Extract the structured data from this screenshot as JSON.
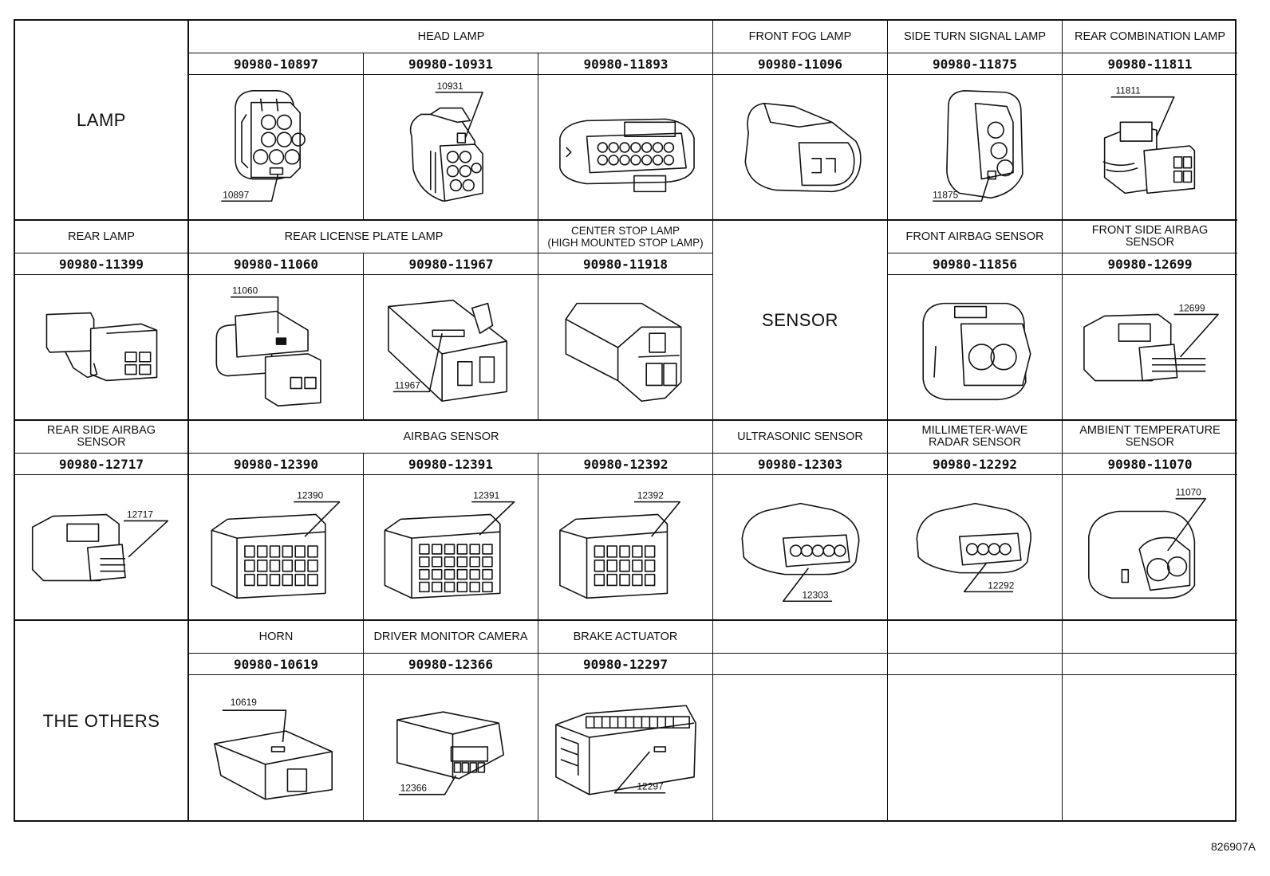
{
  "categories": {
    "lamp": "LAMP",
    "sensor": "SENSOR",
    "others": "THE OTHERS"
  },
  "row1": {
    "head_lamp": "HEAD LAMP",
    "c1": {
      "part": "90980-10897",
      "callout": "10897"
    },
    "c2": {
      "part": "90980-10931",
      "callout": "10931"
    },
    "c3": {
      "part": "90980-11893"
    },
    "c4": {
      "name": "FRONT FOG LAMP",
      "part": "90980-11096"
    },
    "c5": {
      "name": "SIDE TURN SIGNAL LAMP",
      "part": "90980-11875",
      "callout": "11875"
    },
    "c6": {
      "name": "REAR COMBINATION LAMP",
      "part": "90980-11811",
      "callout": "11811"
    }
  },
  "row2": {
    "c0": {
      "name": "REAR LAMP",
      "part": "90980-11399"
    },
    "license": "REAR LICENSE PLATE LAMP",
    "c1": {
      "part": "90980-11060",
      "callout": "11060"
    },
    "c2": {
      "part": "90980-11967",
      "callout": "11967"
    },
    "c3": {
      "name": "CENTER STOP LAMP\n(HIGH MOUNTED STOP LAMP)",
      "part": "90980-11918"
    },
    "c5": {
      "name": "FRONT AIRBAG SENSOR",
      "part": "90980-11856"
    },
    "c6": {
      "name": "FRONT SIDE AIRBAG\nSENSOR",
      "part": "90980-12699",
      "callout": "12699"
    }
  },
  "row3": {
    "c0": {
      "name": "REAR SIDE AIRBAG\nSENSOR",
      "part": "90980-12717",
      "callout": "12717"
    },
    "airbag": "AIRBAG SENSOR",
    "c1": {
      "part": "90980-12390",
      "callout": "12390"
    },
    "c2": {
      "part": "90980-12391",
      "callout": "12391"
    },
    "c3": {
      "part": "90980-12392",
      "callout": "12392"
    },
    "c4": {
      "name": "ULTRASONIC SENSOR",
      "part": "90980-12303",
      "callout": "12303"
    },
    "c5": {
      "name": "MILLIMETER-WAVE\nRADAR SENSOR",
      "part": "90980-12292",
      "callout": "12292"
    },
    "c6": {
      "name": "AMBIENT TEMPERATURE\nSENSOR",
      "part": "90980-11070",
      "callout": "11070"
    }
  },
  "row4": {
    "c1": {
      "name": "HORN",
      "part": "90980-10619",
      "callout": "10619"
    },
    "c2": {
      "name": "DRIVER MONITOR CAMERA",
      "part": "90980-12366",
      "callout": "12366"
    },
    "c3": {
      "name": "BRAKE ACTUATOR",
      "part": "90980-12297",
      "callout": "12297"
    }
  },
  "figure_code": "826907A"
}
